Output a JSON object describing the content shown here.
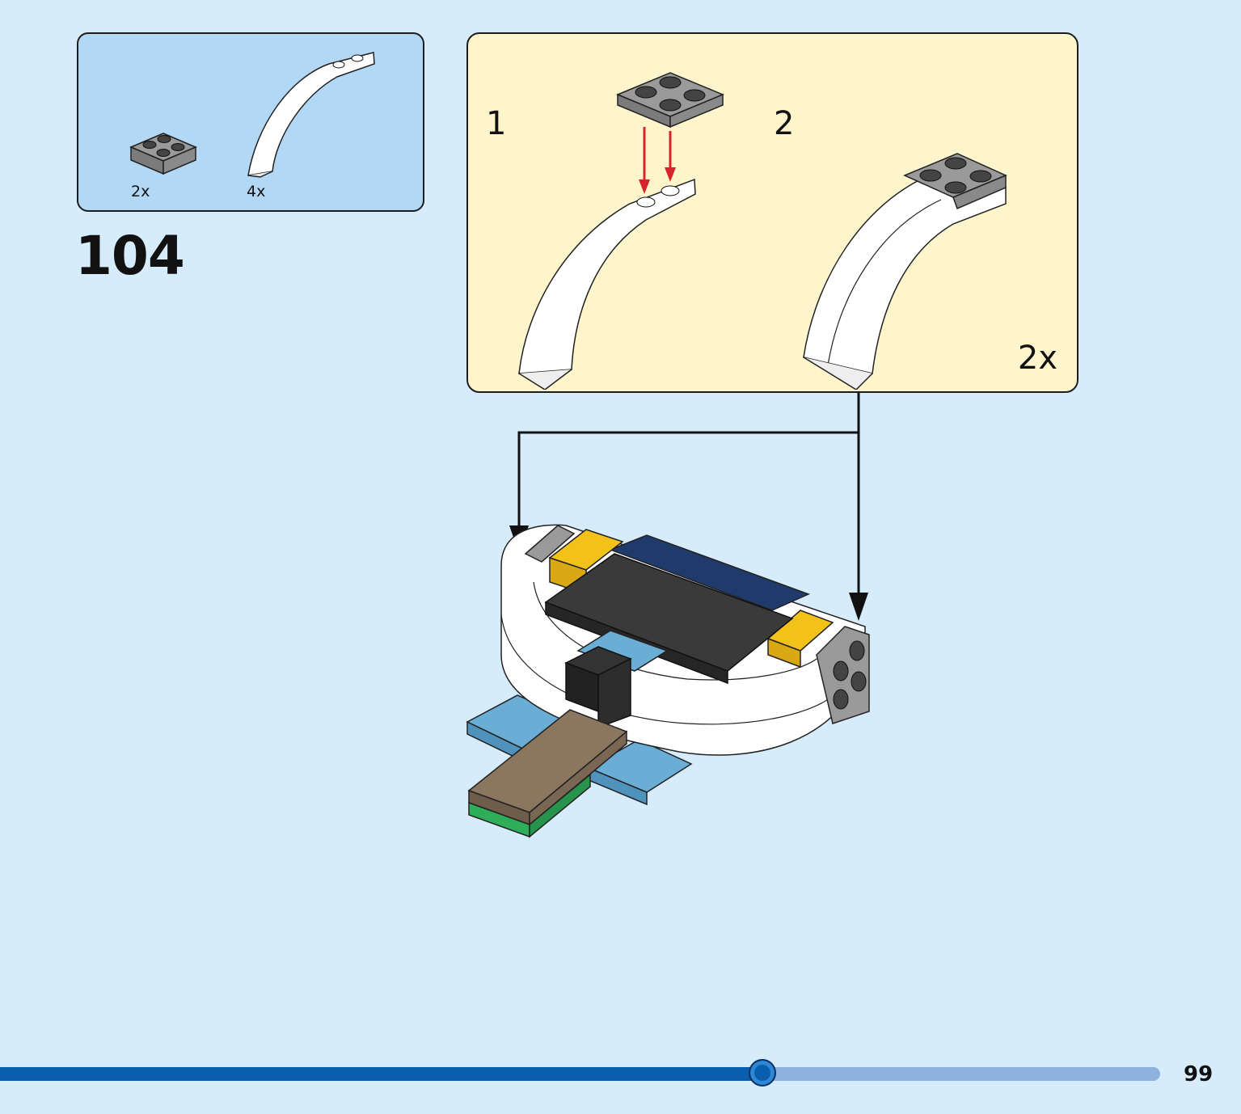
{
  "parts_list": {
    "parts": [
      {
        "name": "plate-2x2-dark-gray",
        "quantity": "2x"
      },
      {
        "name": "curved-arch-white",
        "quantity": "4x"
      }
    ]
  },
  "step": {
    "number": "104"
  },
  "sub_assembly": {
    "substeps": [
      {
        "label": "1"
      },
      {
        "label": "2"
      }
    ],
    "multiplier": "2x"
  },
  "page": {
    "number": "99",
    "progress": 0.657
  },
  "colors": {
    "background": "#d6ecfb",
    "parts_box": "#b3d8f6",
    "sub_box": "#fff5cc",
    "progress": "#0a5eae",
    "arrow_red": "#d8232a"
  }
}
